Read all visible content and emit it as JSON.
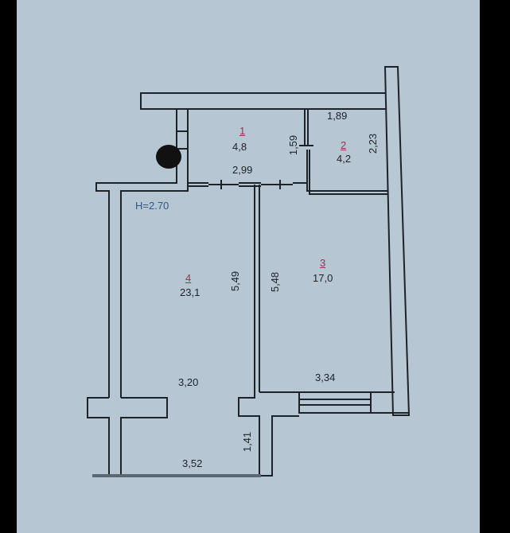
{
  "plan": {
    "ceiling_height": "H=2.70",
    "rooms": [
      {
        "number": "1",
        "area": "4,8",
        "dims": [
          "2,99",
          "1,59"
        ]
      },
      {
        "number": "2",
        "area": "4,2",
        "dims": [
          "1,89",
          "2,23"
        ]
      },
      {
        "number": "3",
        "area": "17,0",
        "dims": [
          "5,48",
          "3,34"
        ]
      },
      {
        "number": "4",
        "area": "23,1",
        "dims": [
          "5,49",
          "3,20"
        ]
      }
    ],
    "balcony": {
      "dims": [
        "3,52",
        "1,41"
      ]
    }
  },
  "colors": {
    "paper": "#b7c6d3",
    "wall_line": "#1d2229",
    "room_number": "#8a3a55",
    "height_label": "#2f5a86"
  }
}
